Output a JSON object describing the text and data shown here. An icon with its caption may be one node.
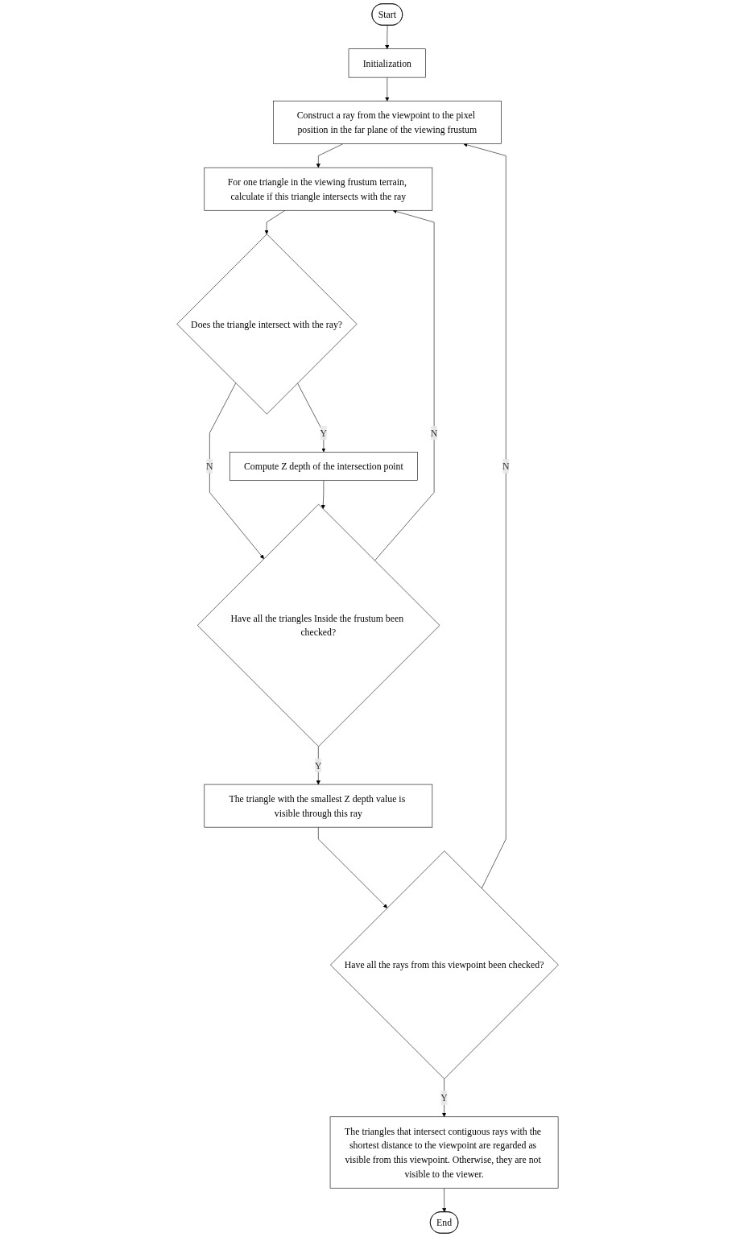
{
  "diagram": {
    "nodes": [
      {
        "text": [
          "Start"
        ]
      },
      {
        "text": [
          "Initialization"
        ]
      },
      {
        "text": [
          "Construct a ray from the viewpoint to the pixel position in the far plane of the viewing frustum"
        ]
      },
      {
        "text": [
          "For one triangle in the viewing frustum terrain, calculate if this triangle intersects with the ray"
        ]
      },
      {
        "text": [
          "Does the triangle intersect with the ray?"
        ]
      },
      {
        "text": [
          "Compute Z depth of the intersection point"
        ]
      },
      {
        "text": [
          "Have all the triangles Inside the frustum been checked?"
        ]
      },
      {
        "text": [
          "The triangle with the smallest Z depth value is visible through this ray"
        ]
      },
      {
        "text": [
          "Have all the rays from this viewpoint been checked?"
        ]
      },
      {
        "text": [
          "The triangles that intersect contiguous rays with the shortest distance to the viewpoint are regarded as visible from this viewpoint. Otherwise, they are not visible to the viewer."
        ]
      },
      {
        "text": [
          "End"
        ]
      }
    ],
    "edges": [
      {
        "from": 0,
        "to": 1,
        "arrow": "to"
      },
      {
        "from": 1,
        "to": 2,
        "arrow": "to"
      },
      {
        "from": 2,
        "to": 3,
        "arrow": "to"
      },
      {
        "from": 3,
        "to": 4,
        "arrow": "to"
      },
      {
        "from": 4,
        "to": 5,
        "arrow": "to",
        "label": "Y"
      },
      {
        "from": 4,
        "to": 6,
        "arrow": "to",
        "label": "N"
      },
      {
        "from": 5,
        "to": 6,
        "arrow": "to"
      },
      {
        "from": 6,
        "to": 3,
        "arrow": "to",
        "label": "N"
      },
      {
        "from": 6,
        "to": 7,
        "arrow": "to",
        "label": "Y"
      },
      {
        "from": 7,
        "to": 8,
        "arrow": "to"
      },
      {
        "from": 8,
        "to": 2,
        "arrow": "to",
        "label": "N"
      },
      {
        "from": 8,
        "to": 9,
        "arrow": "to",
        "label": "Y"
      },
      {
        "from": 9,
        "to": 10,
        "arrow": "to"
      }
    ]
  }
}
